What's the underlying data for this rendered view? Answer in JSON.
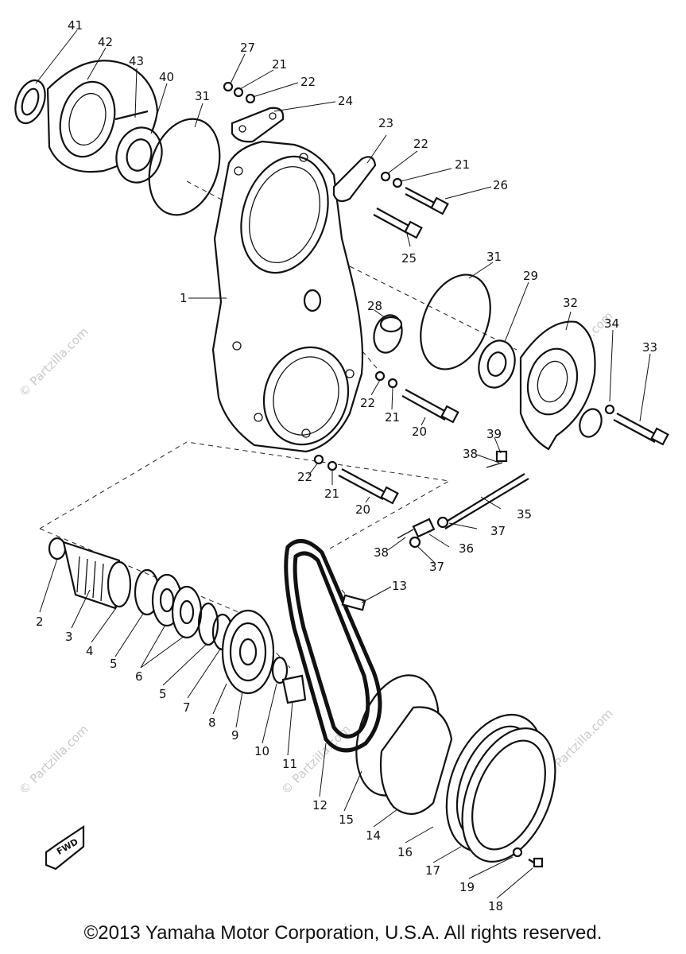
{
  "copyright": "©2013 Yamaha Motor Corporation, U.S.A. All rights reserved.",
  "watermark": "© Partzilla.com",
  "fwd_label": "FWD",
  "callouts": [
    {
      "id": "c41",
      "text": "41"
    },
    {
      "id": "c42",
      "text": "42"
    },
    {
      "id": "c43",
      "text": "43"
    },
    {
      "id": "c40",
      "text": "40"
    },
    {
      "id": "c31a",
      "text": "31"
    },
    {
      "id": "c27",
      "text": "27"
    },
    {
      "id": "c21a",
      "text": "21"
    },
    {
      "id": "c22a",
      "text": "22"
    },
    {
      "id": "c24",
      "text": "24"
    },
    {
      "id": "c23",
      "text": "23"
    },
    {
      "id": "c22b",
      "text": "22"
    },
    {
      "id": "c21b",
      "text": "21"
    },
    {
      "id": "c26",
      "text": "26"
    },
    {
      "id": "c25",
      "text": "25"
    },
    {
      "id": "c31b",
      "text": "31"
    },
    {
      "id": "c29",
      "text": "29"
    },
    {
      "id": "c32",
      "text": "32"
    },
    {
      "id": "c34",
      "text": "34"
    },
    {
      "id": "c33",
      "text": "33"
    },
    {
      "id": "c1",
      "text": "1"
    },
    {
      "id": "c28",
      "text": "28"
    },
    {
      "id": "c22c",
      "text": "22"
    },
    {
      "id": "c21c",
      "text": "21"
    },
    {
      "id": "c20a",
      "text": "20"
    },
    {
      "id": "c39",
      "text": "39"
    },
    {
      "id": "c38a",
      "text": "38"
    },
    {
      "id": "c35",
      "text": "35"
    },
    {
      "id": "c22d",
      "text": "22"
    },
    {
      "id": "c21d",
      "text": "21"
    },
    {
      "id": "c20b",
      "text": "20"
    },
    {
      "id": "c37a",
      "text": "37"
    },
    {
      "id": "c38b",
      "text": "38"
    },
    {
      "id": "c36",
      "text": "36"
    },
    {
      "id": "c37b",
      "text": "37"
    },
    {
      "id": "c13",
      "text": "13"
    },
    {
      "id": "c2",
      "text": "2"
    },
    {
      "id": "c3",
      "text": "3"
    },
    {
      "id": "c4",
      "text": "4"
    },
    {
      "id": "c5a",
      "text": "5"
    },
    {
      "id": "c6",
      "text": "6"
    },
    {
      "id": "c5b",
      "text": "5"
    },
    {
      "id": "c7",
      "text": "7"
    },
    {
      "id": "c8",
      "text": "8"
    },
    {
      "id": "c9",
      "text": "9"
    },
    {
      "id": "c10",
      "text": "10"
    },
    {
      "id": "c11",
      "text": "11"
    },
    {
      "id": "c12",
      "text": "12"
    },
    {
      "id": "c15",
      "text": "15"
    },
    {
      "id": "c14",
      "text": "14"
    },
    {
      "id": "c16",
      "text": "16"
    },
    {
      "id": "c17",
      "text": "17"
    },
    {
      "id": "c19",
      "text": "19"
    },
    {
      "id": "c18",
      "text": "18"
    }
  ]
}
